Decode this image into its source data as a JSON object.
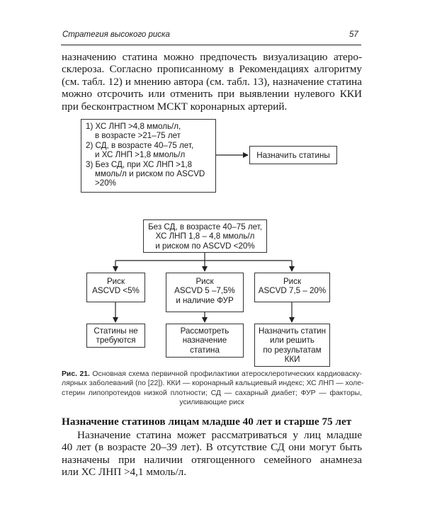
{
  "header": {
    "running_title": "Стратегия высокого риска",
    "page_number": "57"
  },
  "intro_lines": [
    "назначению статина можно предпочесть визуализацию атеро-",
    "склероза. Согласно прописанному в Рекомендациях алгоритму",
    "(см. табл. 12) и мнению автора (см. табл. 13), назначение статина",
    "можно отсрочить или отменить при выявлении нулевого ККИ",
    "при бесконтрастном МСКТ коронарных артерий."
  ],
  "diagram_top": {
    "criteria_lines": [
      "1) ХС ЛНП >4,8 ммоль/л,",
      "   в возрасте >21–75 лет",
      "2) СД, в возрасте 40–75 лет,",
      "   и ХС ЛНП >1,8 ммоль/л",
      "3) Без СД, при ХС ЛНП >1,8",
      "   ммоль/л и риском по ASCVD",
      "   >20%"
    ],
    "result": "Назначить статины"
  },
  "diagram_bottom": {
    "root_lines": [
      "Без СД, в возрасте 40–75 лет,",
      "ХС ЛНП 1,8 – 4,8 ммоль/л",
      "и риском по ASCVD <20%"
    ],
    "branches": [
      {
        "risk_lines": [
          "Риск",
          "ASCVD <5%"
        ],
        "action_lines": [
          "Статины не",
          "требуются"
        ]
      },
      {
        "risk_lines": [
          "Риск",
          "ASCVD 5 –7,5%",
          "и наличие ФУР"
        ],
        "action_lines": [
          "Рассмотреть",
          "назначение",
          "статина"
        ]
      },
      {
        "risk_lines": [
          "Риск",
          "ASCVD 7,5 – 20%"
        ],
        "action_lines": [
          "Назначить статин",
          "или решить",
          "по результатам",
          "ККИ"
        ]
      }
    ]
  },
  "caption": {
    "label": "Рис. 21.",
    "lines": [
      "Основная схема первичной профилактики атеросклеротических кардиоваску-",
      "лярных заболеваний (по [22]). ККИ — коронарный кальциевый индекс; ХС ЛНП — холе-",
      "стерин липопротеидов низкой плотности; СД — сахарный диабет; ФУР — факторы,",
      "усиливающие риск"
    ]
  },
  "section_heading": "Назначение статинов лицам младше 40 лет и старше 75 лет",
  "body_lines": [
    "Назначение статина может рассматриваться у лиц младше",
    "40 лет (в возрасте 20–39 лет). В отсутствие СД они могут быть",
    "назначены при наличии отягощенного семейного анамнеза",
    "или ХС ЛНП >4,1 ммоль/л."
  ]
}
